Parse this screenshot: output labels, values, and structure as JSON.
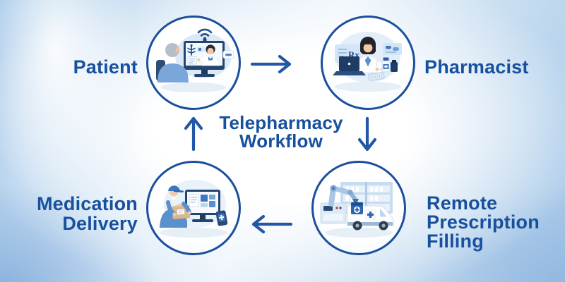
{
  "title": {
    "lines": [
      "Telepharmacy",
      "Workflow"
    ]
  },
  "nodes": {
    "patient": {
      "label": "Patient",
      "illustration": "elderly patient on video call with doctor on monitor"
    },
    "pharmacist": {
      "label": "Pharmacist",
      "illustration": "pharmacist at laptop with prescription panel and medicine bottles"
    },
    "remote_filling": {
      "label_lines": [
        "Remote",
        "Prescription",
        "Filling"
      ],
      "illustration": "robotic arm filling medication beside delivery van and pharmacy shelves"
    },
    "delivery": {
      "label_lines": [
        "Medication",
        "Delivery"
      ],
      "illustration": "courier with package in front of pharmacy monitor and tablet"
    }
  },
  "arrows": [
    {
      "from": "Patient",
      "to": "Pharmacist",
      "direction": "right"
    },
    {
      "from": "Pharmacist",
      "to": "Remote Prescription Filling",
      "direction": "down"
    },
    {
      "from": "Remote Prescription Filling",
      "to": "Medication Delivery",
      "direction": "left"
    },
    {
      "from": "Medication Delivery",
      "to": "Patient",
      "direction": "up"
    }
  ],
  "art": {
    "rx": "Rx"
  },
  "colors": {
    "primary_text": "#17519e",
    "circle_border": "#1b4f9c",
    "arrow": "#2156a8",
    "navy": "#24456e",
    "mid_blue": "#3f77bd",
    "light_blue": "#cfe2f4",
    "skin": "#f2c9a4",
    "box_tan": "#d9b890",
    "background_edge": "#a3c6e8",
    "background_center": "#ffffff"
  }
}
